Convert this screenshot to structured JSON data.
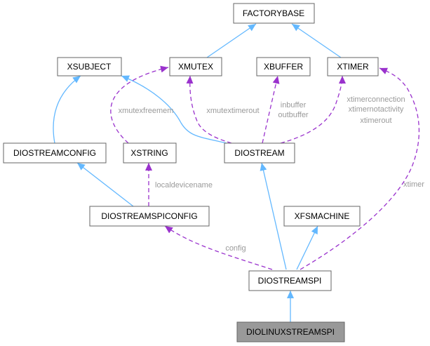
{
  "diagram": {
    "nodes": {
      "factorybase": "FACTORYBASE",
      "xsubject": "XSUBJECT",
      "xmutex": "XMUTEX",
      "xbuffer": "XBUFFER",
      "xtimer": "XTIMER",
      "diostreamconfig": "DIOSTREAMCONFIG",
      "xstring": "XSTRING",
      "diostream": "DIOSTREAM",
      "diostreamspiconfig": "DIOSTREAMSPICONFIG",
      "xfsmachine": "XFSMACHINE",
      "diostreamspi": "DIOSTREAMSPI",
      "diolinuxstreamspi": "DIOLINUXSTREAMSPI"
    },
    "edge_labels": {
      "xmutexfreemem": "xmutexfreemem",
      "xmutextimerout": "xmutextimerout",
      "inbuffer": "inbuffer",
      "outbuffer": "outbuffer",
      "xtimerconnection": "xtimerconnection",
      "xtimernotactivity": "xtimernotactivity",
      "xtimerout": "xtimerout",
      "localdevicename": "localdevicename",
      "config": "config",
      "xtimer": "xtimer"
    },
    "colors": {
      "inheritance": "#63b8ff",
      "usage": "#9a32cd",
      "highlight_fill": "#999999"
    }
  }
}
